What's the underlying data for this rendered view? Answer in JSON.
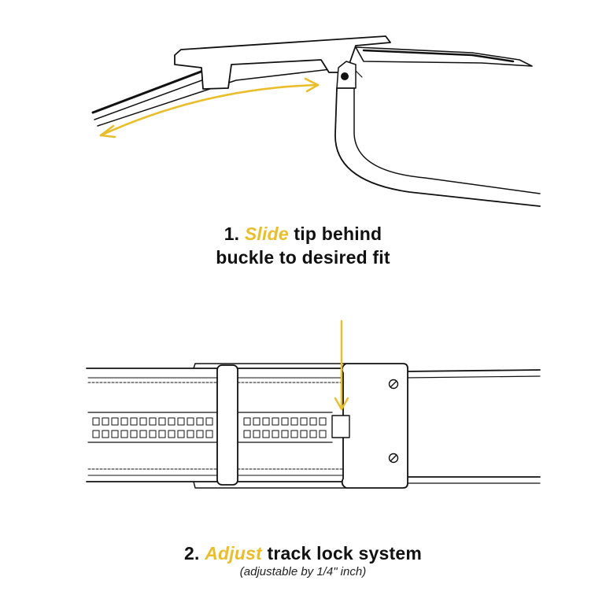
{
  "accent_color": "#e9be2a",
  "line_color": "#111111",
  "step1": {
    "number": "1.",
    "verb": "Slide",
    "rest_line1": " tip behind",
    "line2": "buckle to desired fit"
  },
  "step2": {
    "number": "2.",
    "verb": "Adjust",
    "rest": " track lock system",
    "note": "(adjustable by 1/4\" inch)"
  },
  "icons": [
    "double-arrow-icon",
    "down-arrow-icon",
    "screw-icon"
  ]
}
